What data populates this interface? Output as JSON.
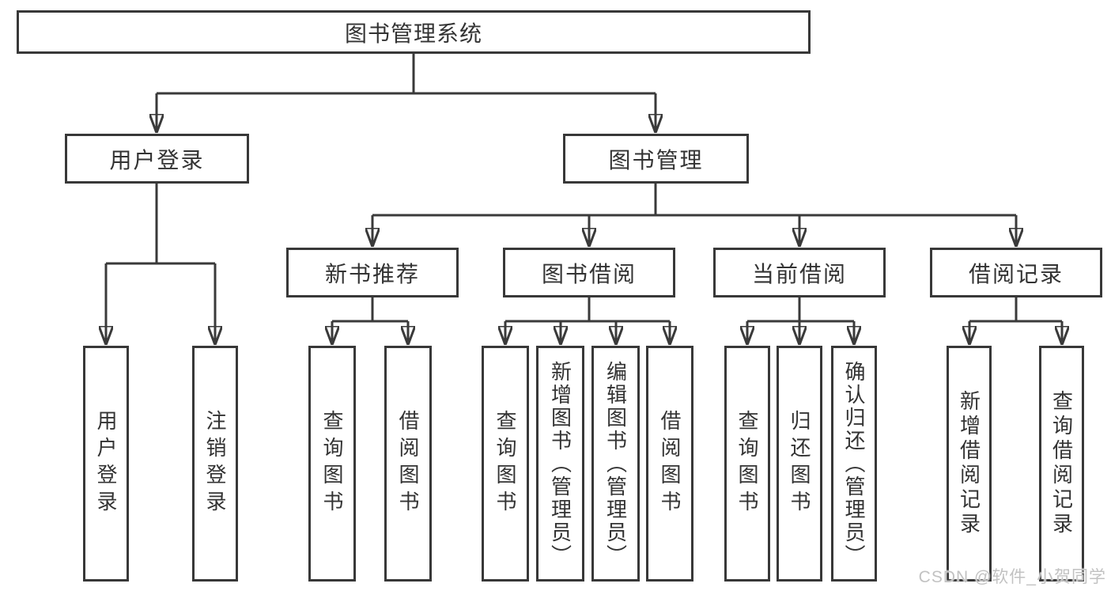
{
  "diagram": {
    "root": {
      "label": "图书管理系统"
    },
    "branches": [
      {
        "label": "用户登录",
        "children": [
          "用户登录",
          "注销登录"
        ]
      },
      {
        "label": "图书管理",
        "children": [
          {
            "label": "新书推荐",
            "children": [
              "查询图书",
              "借阅图书"
            ]
          },
          {
            "label": "图书借阅",
            "children": [
              "查询图书",
              "新增图书（管理员）",
              "编辑图书（管理员）",
              "借阅图书"
            ]
          },
          {
            "label": "当前借阅",
            "children": [
              "查询图书",
              "归还图书",
              "确认归还（管理员）"
            ]
          },
          {
            "label": "借阅记录",
            "children": [
              "新增借阅记录",
              "查询借阅记录"
            ]
          }
        ]
      }
    ]
  },
  "watermark": {
    "text": "CSDN @软件_小贺同学",
    "color": "#c2c2c2"
  },
  "colors": {
    "line": "#3a3a3a",
    "border": "#383838",
    "text": "#333333",
    "background": "#ffffff"
  }
}
